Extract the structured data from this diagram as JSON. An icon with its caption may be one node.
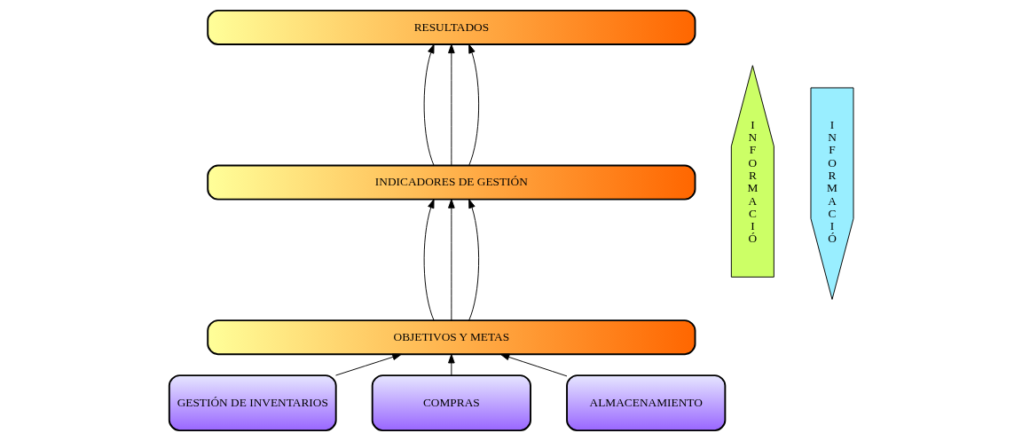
{
  "diagram": {
    "nodes": [
      {
        "text": [
          "RESULTADOS"
        ]
      },
      {
        "text": [
          "INDICADORES DE GESTIÓN"
        ]
      },
      {
        "text": [
          "OBJETIVOS Y METAS"
        ]
      },
      {
        "text": [
          "GESTIÓN DE INVENTARIOS"
        ]
      },
      {
        "text": [
          "COMPRAS"
        ]
      },
      {
        "text": [
          "ALMACENAMIENTO"
        ]
      },
      {
        "text": [
          "INFORMACIÓ"
        ]
      },
      {
        "text": [
          "INFORMACIÓ"
        ]
      }
    ],
    "edges": [
      {
        "from": 1,
        "to": 0,
        "arrow": "to"
      },
      {
        "from": 1,
        "to": 0,
        "arrow": "to"
      },
      {
        "from": 1,
        "to": 0,
        "arrow": "to"
      },
      {
        "from": 2,
        "to": 1,
        "arrow": "to"
      },
      {
        "from": 2,
        "to": 1,
        "arrow": "to"
      },
      {
        "from": 2,
        "to": 1,
        "arrow": "to"
      },
      {
        "from": 3,
        "to": 2,
        "arrow": "to"
      },
      {
        "from": 4,
        "to": 2,
        "arrow": "to"
      },
      {
        "from": 5,
        "to": 2,
        "arrow": "to"
      }
    ]
  }
}
